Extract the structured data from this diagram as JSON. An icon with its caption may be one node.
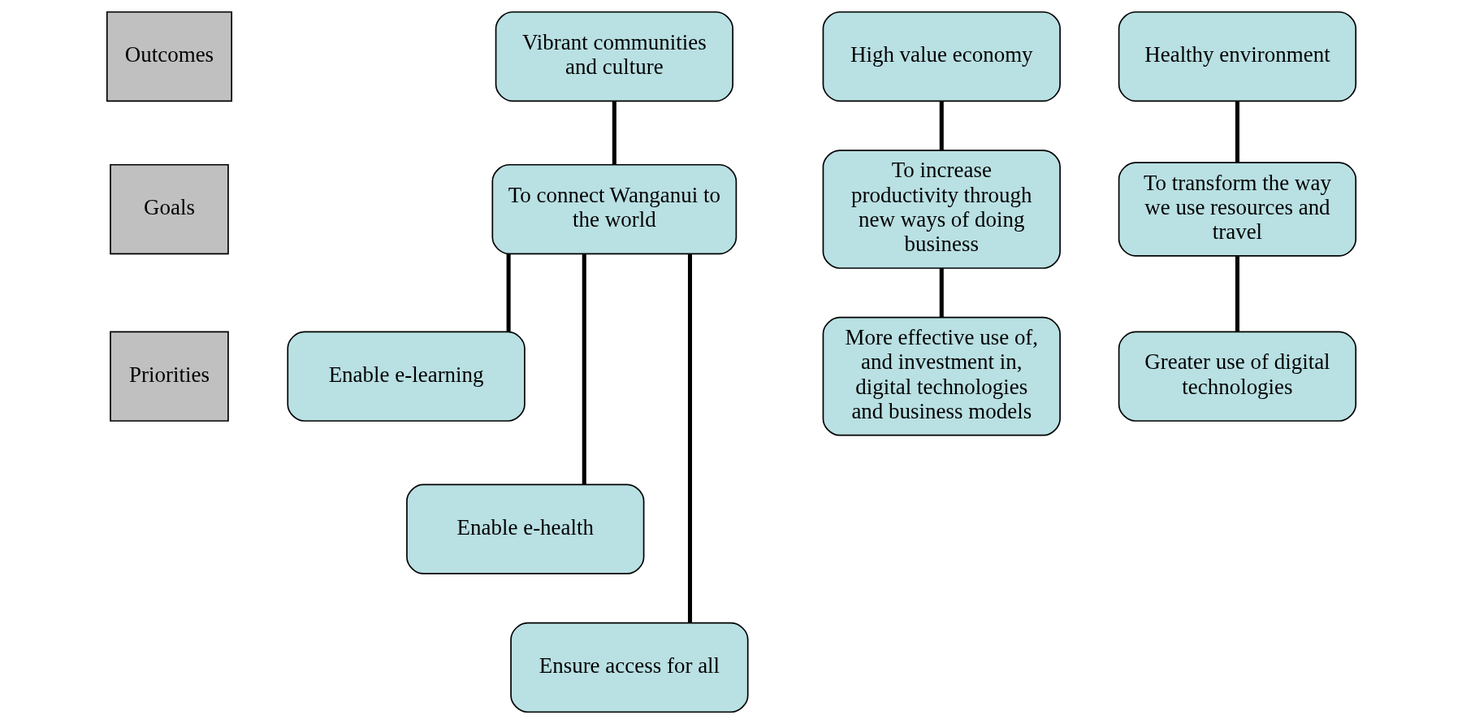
{
  "diagram": {
    "nodes": [
      {
        "text": [
          "Outcomes"
        ]
      },
      {
        "text": [
          "Goals"
        ]
      },
      {
        "text": [
          "Priorities"
        ]
      },
      {
        "text": [
          "High value economy"
        ]
      },
      {
        "text": [
          "To increase productivity through new ways of doing business"
        ]
      },
      {
        "text": [
          "More effective use of, and investment in, digital technologies and business models"
        ]
      },
      {
        "text": [
          "Vibrant communities and culture"
        ]
      },
      {
        "text": [
          "To connect Wanganui to the world"
        ]
      },
      {
        "text": [
          "Enable e-learning"
        ]
      },
      {
        "text": [
          "Enable e-health"
        ]
      },
      {
        "text": [
          "Ensure access for all"
        ]
      },
      {
        "text": [
          "Healthy environment"
        ]
      },
      {
        "text": [
          "To transform the way we use resources and travel"
        ]
      },
      {
        "text": [
          "Greater use of digital technologies"
        ]
      }
    ],
    "edges": [
      {
        "from": 3,
        "to": 4,
        "arrow": "none"
      },
      {
        "from": 4,
        "to": 5,
        "arrow": "none"
      },
      {
        "from": 6,
        "to": 7,
        "arrow": "none"
      },
      {
        "from": 7,
        "to": 8,
        "arrow": "none"
      },
      {
        "from": 7,
        "to": 9,
        "arrow": "none"
      },
      {
        "from": 7,
        "to": 10,
        "arrow": "none"
      },
      {
        "from": 11,
        "to": 12,
        "arrow": "none"
      },
      {
        "from": 12,
        "to": 13,
        "arrow": "none"
      }
    ]
  }
}
